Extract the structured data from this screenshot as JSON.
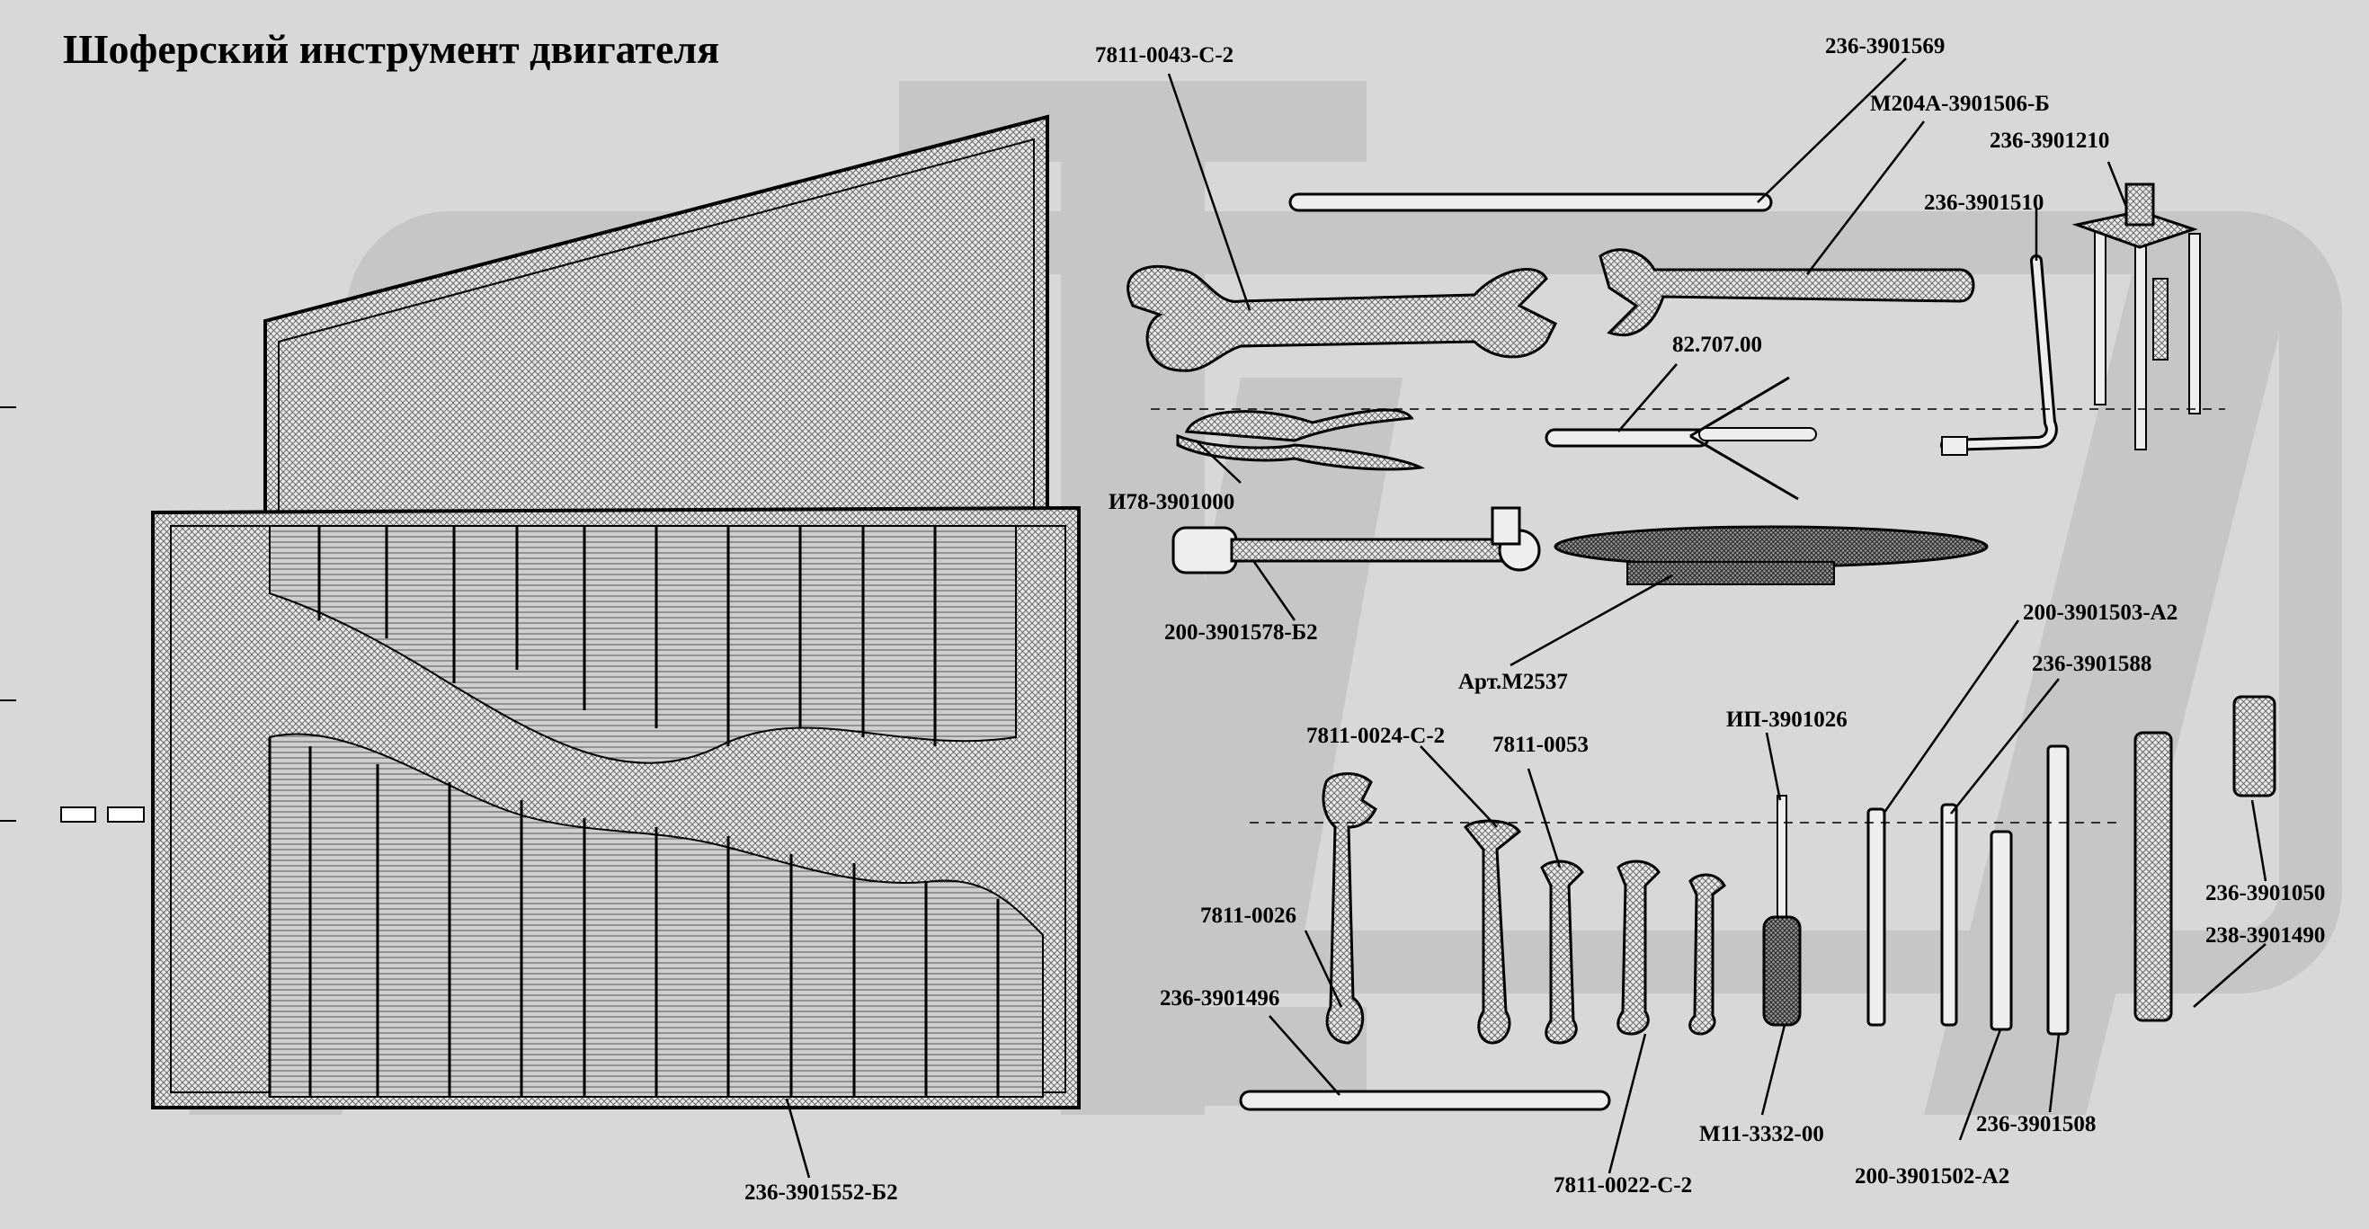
{
  "title": "Шоферский инструмент двигателя",
  "labels": {
    "l7811_0043": "7811-0043-С-2",
    "l236_3901569": "236-3901569",
    "lM204A": "М204А-3901506-Б",
    "l236_3901210": "236-3901210",
    "l236_3901510": "236-3901510",
    "l82_707": "82.707.00",
    "lI78": "И78-3901000",
    "l200_3901578": "200-3901578-Б2",
    "lArt": "Арт.М2537",
    "l200_3901503": "200-3901503-А2",
    "l236_3901588": "236-3901588",
    "lIP": "ИП-3901026",
    "l7811_0024": "7811-0024-С-2",
    "l7811_0053": "7811-0053",
    "l7811_0026": "7811-0026",
    "l236_3901496": "236-3901496",
    "l236_3901050": "236-3901050",
    "l238_3901490": "238-3901490",
    "l236_3901508": "236-3901508",
    "lM11": "М11-3332-00",
    "l200_3901502": "200-3901502-А2",
    "l7811_0022": "7811-0022-С-2",
    "l236_3901552": "236-3901552-Б2"
  },
  "colors": {
    "background": "#d8d8d8",
    "watermark": "#c6c6c6",
    "ink": "#000000",
    "paper": "#f2f2f2"
  }
}
